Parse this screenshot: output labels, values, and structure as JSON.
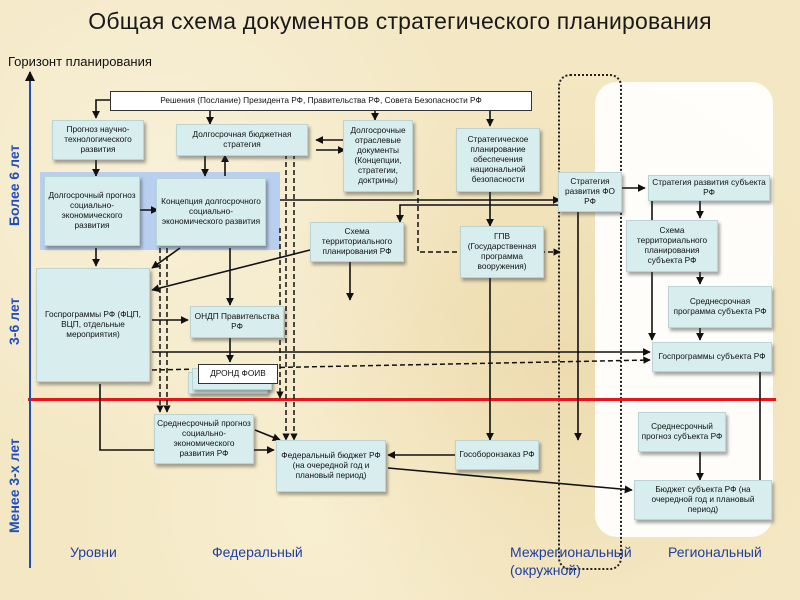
{
  "title": "Общая схема документов стратегического планирования",
  "horizon_label": "Горизонт планирования",
  "horizons": {
    "long": "Более 6 лет",
    "mid": "3-6 лет",
    "short": "Менее 3-х лет"
  },
  "levels": {
    "label": "Уровни",
    "federal": "Федеральный",
    "interregional": "Межрегиональный",
    "okrug": "(окружной)",
    "regional": "Региональный"
  },
  "boxes": {
    "decisions": "Решения (Послание) Президента РФ, Правительства РФ, Совета Безопасности РФ",
    "sci_forecast": "Прогноз научно-технологического развития",
    "budget_strategy": "Долгосрочная бюджетная стратегия",
    "sector_docs": "Долгосрочные отраслевые документы (Концепции, стратегии, доктрины)",
    "natsec_planning": "Стратегическое планирование обеспечения национальной безопасности",
    "long_forecast": "Долгосрочный прогноз социально-экономического развития",
    "concept": "Концепция долгосрочного социально-экономического развития",
    "fd_strategy": "Стратегия развития ФО РФ",
    "subject_strategy": "Стратегия развития субъекта РФ",
    "territorial_scheme": "Схема территориального планирования РФ",
    "gpv": "ГПВ (Государственная программа вооружения)",
    "subject_scheme": "Схема территориального планирования субъекта РФ",
    "state_programs": "Госпрограммы РФ (ФЦП, ВЦП, отдельные мероприятия)",
    "ondp": "ОНДП Правительства РФ",
    "subject_mid_program": "Среднесрочная программа субъекта РФ",
    "drond": "ДРОНД ФОИВ",
    "subject_state_programs": "Госпрограммы субъекта РФ",
    "mid_forecast": "Среднесрочный прогноз социально-экономического развития РФ",
    "subject_mid_forecast": "Среднесрочный прогноз субъекта РФ",
    "federal_budget": "Федеральный бюджет РФ (на очередной год и плановый период)",
    "defense_order": "Гособоронзаказ РФ",
    "subject_budget": "Бюджет субъекта РФ (на очередной год и плановый период)"
  },
  "colors": {
    "title": "#1a1a1a",
    "horizon_axis": "#1f4fbf",
    "box_fill": "#d8eeee",
    "federal_highlight": "#b9cff0",
    "divider": "#e8141b",
    "background": "#f4e8c4"
  }
}
